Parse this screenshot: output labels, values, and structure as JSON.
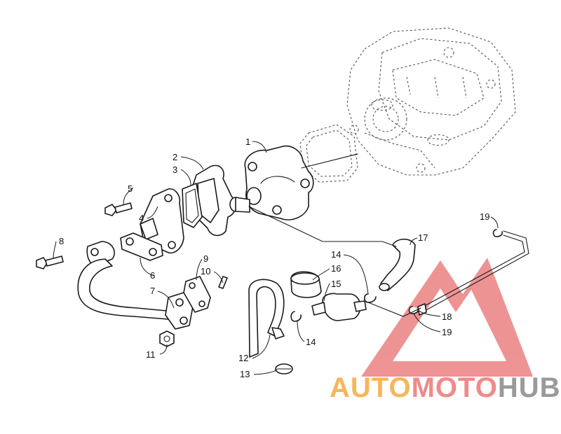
{
  "callouts": {
    "c1": "1",
    "c2": "2",
    "c3": "3",
    "c4": "4",
    "c5": "5",
    "c6": "6",
    "c7": "7",
    "c8": "8",
    "c9": "9",
    "c10": "10",
    "c11": "11",
    "c12": "12",
    "c13": "13",
    "c14a": "14",
    "c14b": "14",
    "c15": "15",
    "c16": "16",
    "c17": "17",
    "c18": "18",
    "c19a": "19",
    "c19b": "19"
  },
  "watermark": {
    "part1": "AUTO",
    "part2": "MOTO",
    "part3": "HUB",
    "color1": "#f5b75a",
    "color2": "#f08a8a",
    "color3": "#9a9a9a",
    "triangle_color": "#e87070"
  }
}
